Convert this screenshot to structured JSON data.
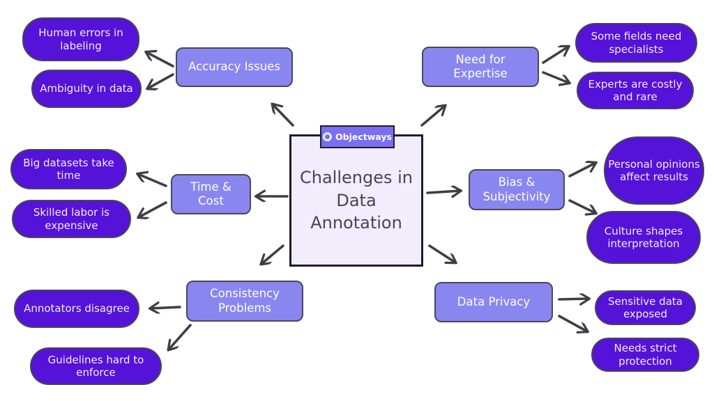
{
  "diagram": {
    "central": {
      "title": "Challenges in Data Annotation",
      "badge": {
        "brand": "Objectways",
        "logo_icon": "ring-logo-icon"
      }
    },
    "branches": [
      {
        "label": "Accuracy Issues",
        "leaves": [
          "Human errors in labeling",
          "Ambiguity in data"
        ]
      },
      {
        "label": "Need for Expertise",
        "leaves": [
          "Some fields need specialists",
          "Experts are costly and rare"
        ]
      },
      {
        "label": "Time & Cost",
        "leaves": [
          "Big datasets take time",
          "Skilled labor is expensive"
        ]
      },
      {
        "label": "Bias & Subjectivity",
        "leaves": [
          "Personal opinions affect results",
          "Culture shapes interpretation"
        ]
      },
      {
        "label": "Consistency Problems",
        "leaves": [
          "Annotators disagree",
          "Guidelines hard to enforce"
        ]
      },
      {
        "label": "Data Privacy",
        "leaves": [
          "Sensitive data exposed",
          "Needs strict protection"
        ]
      }
    ],
    "colors": {
      "leaf_fill": "#5512d8",
      "branch_fill": "#8a86f0",
      "central_fill": "#f2ecfb",
      "badge_fill": "#7b6ef0",
      "arrow": "#3f3e47",
      "dark_border": "#1f1b2e",
      "node_border": "#4a4556",
      "title_text": "#4b4259",
      "leaf_text": "#f3edff"
    }
  }
}
